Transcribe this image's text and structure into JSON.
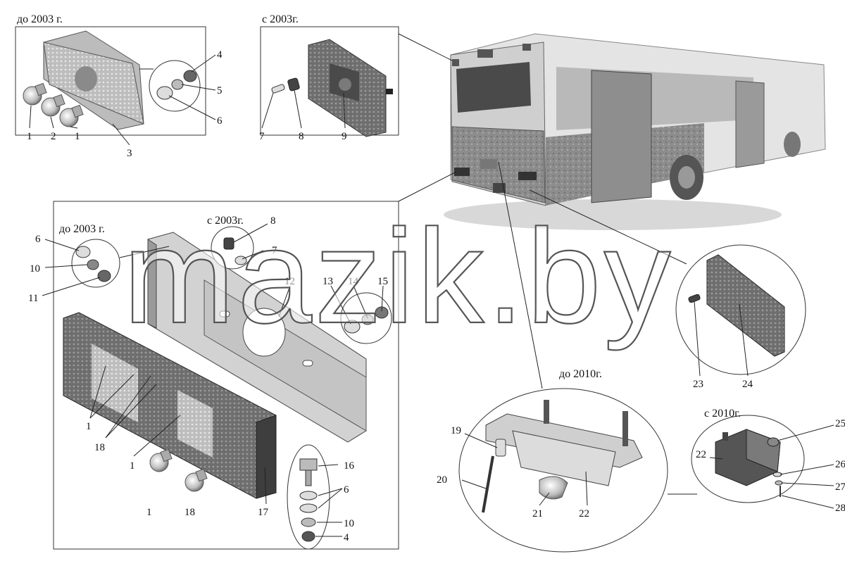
{
  "captions": {
    "top_left": "до 2003 г.",
    "top_mid": "с 2003г.",
    "main_left": "до 2003 г.",
    "main_mid": "с 2003г.",
    "bottom_mid": "до 2010г.",
    "bottom_right": "с 2010г."
  },
  "watermark": "mazik.by",
  "parts": {
    "p1": "1",
    "p2": "2",
    "p3": "3",
    "p4": "4",
    "p5": "5",
    "p6": "6",
    "p7": "7",
    "p8": "8",
    "p9": "9",
    "p10": "10",
    "p11": "11",
    "p12": "12",
    "p13": "13",
    "p14": "14",
    "p15": "15",
    "p16": "16",
    "p17": "17",
    "p18": "18",
    "p19": "19",
    "p20": "20",
    "p21": "21",
    "p22": "22",
    "p23": "23",
    "p24": "24",
    "p25": "25",
    "p26": "26",
    "p27": "27",
    "p28": "28"
  },
  "colors": {
    "line": "#222222",
    "part_dark": "#555555",
    "part_mid": "#8a8a8a",
    "part_light": "#c8c8c8"
  }
}
